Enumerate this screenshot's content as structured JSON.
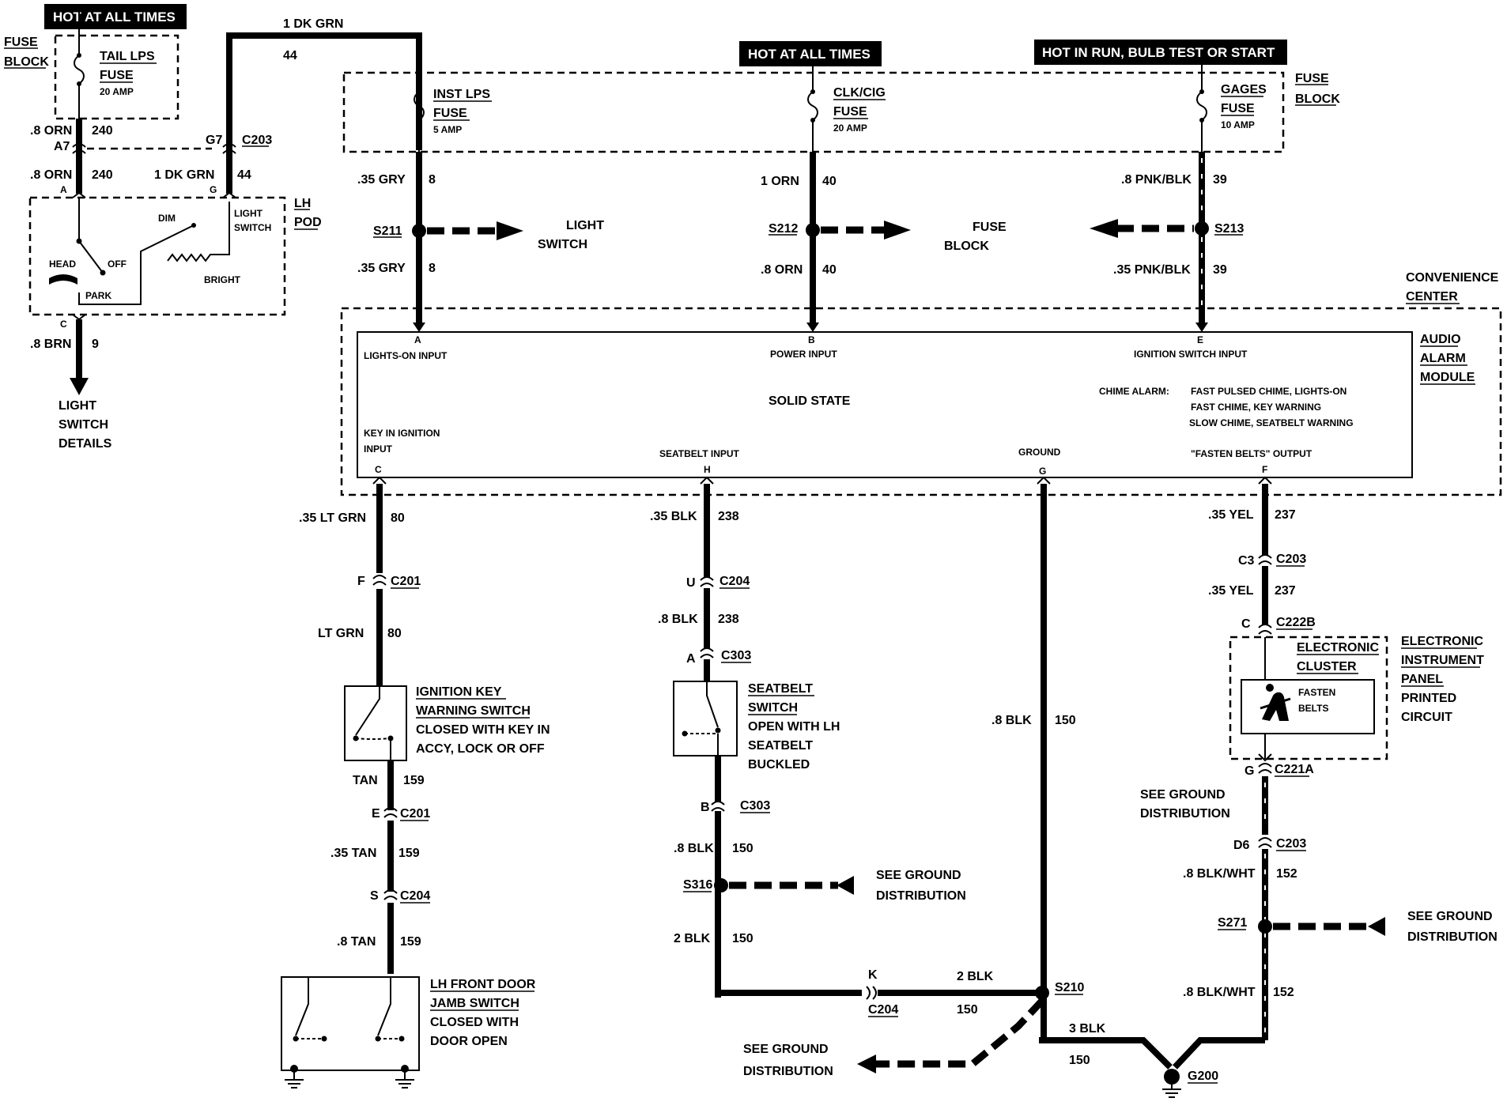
{
  "headers": {
    "hot_left": "HOT AT ALL TIMES",
    "hot_mid": "HOT AT ALL TIMES",
    "hot_run": "HOT IN RUN, BULB TEST OR START"
  },
  "fuse_block_left": {
    "line1": "FUSE",
    "line2": "BLOCK"
  },
  "fuse_block_right": {
    "line1": "FUSE",
    "line2": "BLOCK"
  },
  "fuse_block_mid": {
    "line1": "FUSE",
    "line2": "BLOCK"
  },
  "fuses": {
    "tail": {
      "name": "TAIL LPS",
      "type": "FUSE",
      "rating": "20 AMP"
    },
    "inst": {
      "name": "INST LPS",
      "type": "FUSE",
      "rating": "5 AMP"
    },
    "clk": {
      "name": "CLK/CIG",
      "type": "FUSE",
      "rating": "20 AMP"
    },
    "gages": {
      "name": "GAGES",
      "type": "FUSE",
      "rating": "10 AMP"
    }
  },
  "left_wires": {
    "orn_top": ".8 ORN",
    "orn_top_num": "240",
    "a7": "A7",
    "orn_bot": ".8 ORN",
    "orn_bot_num": "240",
    "a": "A",
    "dkgrn_top": "1 DK GRN",
    "dkgrn_top_num": "44",
    "g7": "G7",
    "c203": "C203",
    "dkgrn_bot": "1 DK GRN",
    "dkgrn_bot_num": "44",
    "g": "G",
    "c": "C",
    "brn": ".8 BRN",
    "brn_num": "9"
  },
  "lh_pod": {
    "title1": "LH",
    "title2": "POD",
    "dim": "DIM",
    "head": "HEAD",
    "off": "OFF",
    "park": "PARK",
    "bright": "BRIGHT",
    "switch1": "LIGHT",
    "switch2": "SWITCH"
  },
  "light_switch_details": {
    "l1": "LIGHT",
    "l2": "SWITCH",
    "l3": "DETAILS"
  },
  "mid_wires": {
    "gry_top": ".35 GRY",
    "gry_top_num": "8",
    "s211": "S211",
    "gry_bot": ".35 GRY",
    "gry_bot_num": "8",
    "light_switch1": "LIGHT",
    "light_switch2": "SWITCH",
    "orn_top": "1 ORN",
    "orn_top_num": "40",
    "s212": "S212",
    "orn_bot": ".8 ORN",
    "orn_bot_num": "40",
    "fuse_block1": "FUSE",
    "fuse_block2": "BLOCK",
    "pnk_top": ".8 PNK/BLK",
    "pnk_top_num": "39",
    "s213": "S213",
    "pnk_bot": ".35 PNK/BLK",
    "pnk_bot_num": "39"
  },
  "convenience_center": {
    "l1": "CONVENIENCE",
    "l2": "CENTER"
  },
  "module": {
    "title1": "AUDIO",
    "title2": "ALARM",
    "title3": "MODULE",
    "a": "A",
    "lights_on": "LIGHTS-ON INPUT",
    "b": "B",
    "power": "POWER INPUT",
    "e": "E",
    "ignition": "IGNITION SWITCH INPUT",
    "solid_state": "SOLID STATE",
    "chime_label": "CHIME ALARM:",
    "chime1": "FAST PULSED CHIME, LIGHTS-ON",
    "chime2": "FAST CHIME, KEY WARNING",
    "chime3": "SLOW CHIME, SEATBELT WARNING",
    "key_in1": "KEY IN IGNITION",
    "key_in2": "INPUT",
    "seatbelt_input": "SEATBELT INPUT",
    "ground": "GROUND",
    "fasten_output": "\"FASTEN BELTS\" OUTPUT",
    "c": "C",
    "h": "H",
    "g": "G",
    "f": "F"
  },
  "col_c": {
    "w1": ".35 LT GRN",
    "w1n": "80",
    "f": "F",
    "c201a": "C201",
    "w2": "LT GRN",
    "w2n": "80",
    "sw1": "IGNITION KEY",
    "sw2": "WARNING SWITCH",
    "sw3": "CLOSED WITH KEY IN",
    "sw4": "ACCY, LOCK OR OFF",
    "w3": "TAN",
    "w3n": "159",
    "e": "E",
    "c201b": "C201",
    "w4": ".35 TAN",
    "w4n": "159",
    "s": "S",
    "c204": "C204",
    "w5": ".8 TAN",
    "w5n": "159",
    "door1": "LH FRONT DOOR",
    "door2": "JAMB SWITCH",
    "door3": "CLOSED WITH",
    "door4": "DOOR OPEN"
  },
  "col_h": {
    "w1": ".35 BLK",
    "w1n": "238",
    "u": "U",
    "c204": "C204",
    "w2": ".8 BLK",
    "w2n": "238",
    "a": "A",
    "c303a": "C303",
    "sb1": "SEATBELT",
    "sb2": "SWITCH",
    "sb3": "OPEN WITH LH",
    "sb4": "SEATBELT",
    "sb5": "BUCKLED",
    "b": "B",
    "c303b": "C303",
    "w3": ".8 BLK",
    "w3n": "150",
    "s316": "S316",
    "gd1": "SEE GROUND",
    "gd2": "DISTRIBUTION",
    "w4": "2 BLK",
    "w4n": "150",
    "k": "K",
    "c204b": "C204",
    "w5": "2 BLK",
    "w5n": "150"
  },
  "col_g": {
    "w1": ".8 BLK",
    "w1n": "150",
    "s210": "S210",
    "w2": "3 BLK",
    "w2n": "150",
    "g200": "G200",
    "gd1": "SEE GROUND",
    "gd2": "DISTRIBUTION"
  },
  "col_f": {
    "w1": ".35 YEL",
    "w1n": "237",
    "c3": "C3",
    "c203": "C203",
    "w2": ".35 YEL",
    "w2n": "237",
    "c": "C",
    "c222b": "C222B",
    "cl1": "ELECTRONIC",
    "cl2": "CLUSTER",
    "fb1": "FASTEN",
    "fb2": "BELTS",
    "ip1": "ELECTRONIC",
    "ip2": "INSTRUMENT",
    "ip3": "PANEL",
    "ip4": "PRINTED",
    "ip5": "CIRCUIT",
    "g": "G",
    "c221a": "C221A",
    "gd1": "SEE GROUND",
    "gd2": "DISTRIBUTION",
    "d6": "D6",
    "c203b": "C203",
    "w3": ".8 BLK/WHT",
    "w3n": "152",
    "s271": "S271",
    "gd3": "SEE GROUND",
    "gd4": "DISTRIBUTION",
    "w4": ".8 BLK/WHT",
    "w4n": "152"
  }
}
